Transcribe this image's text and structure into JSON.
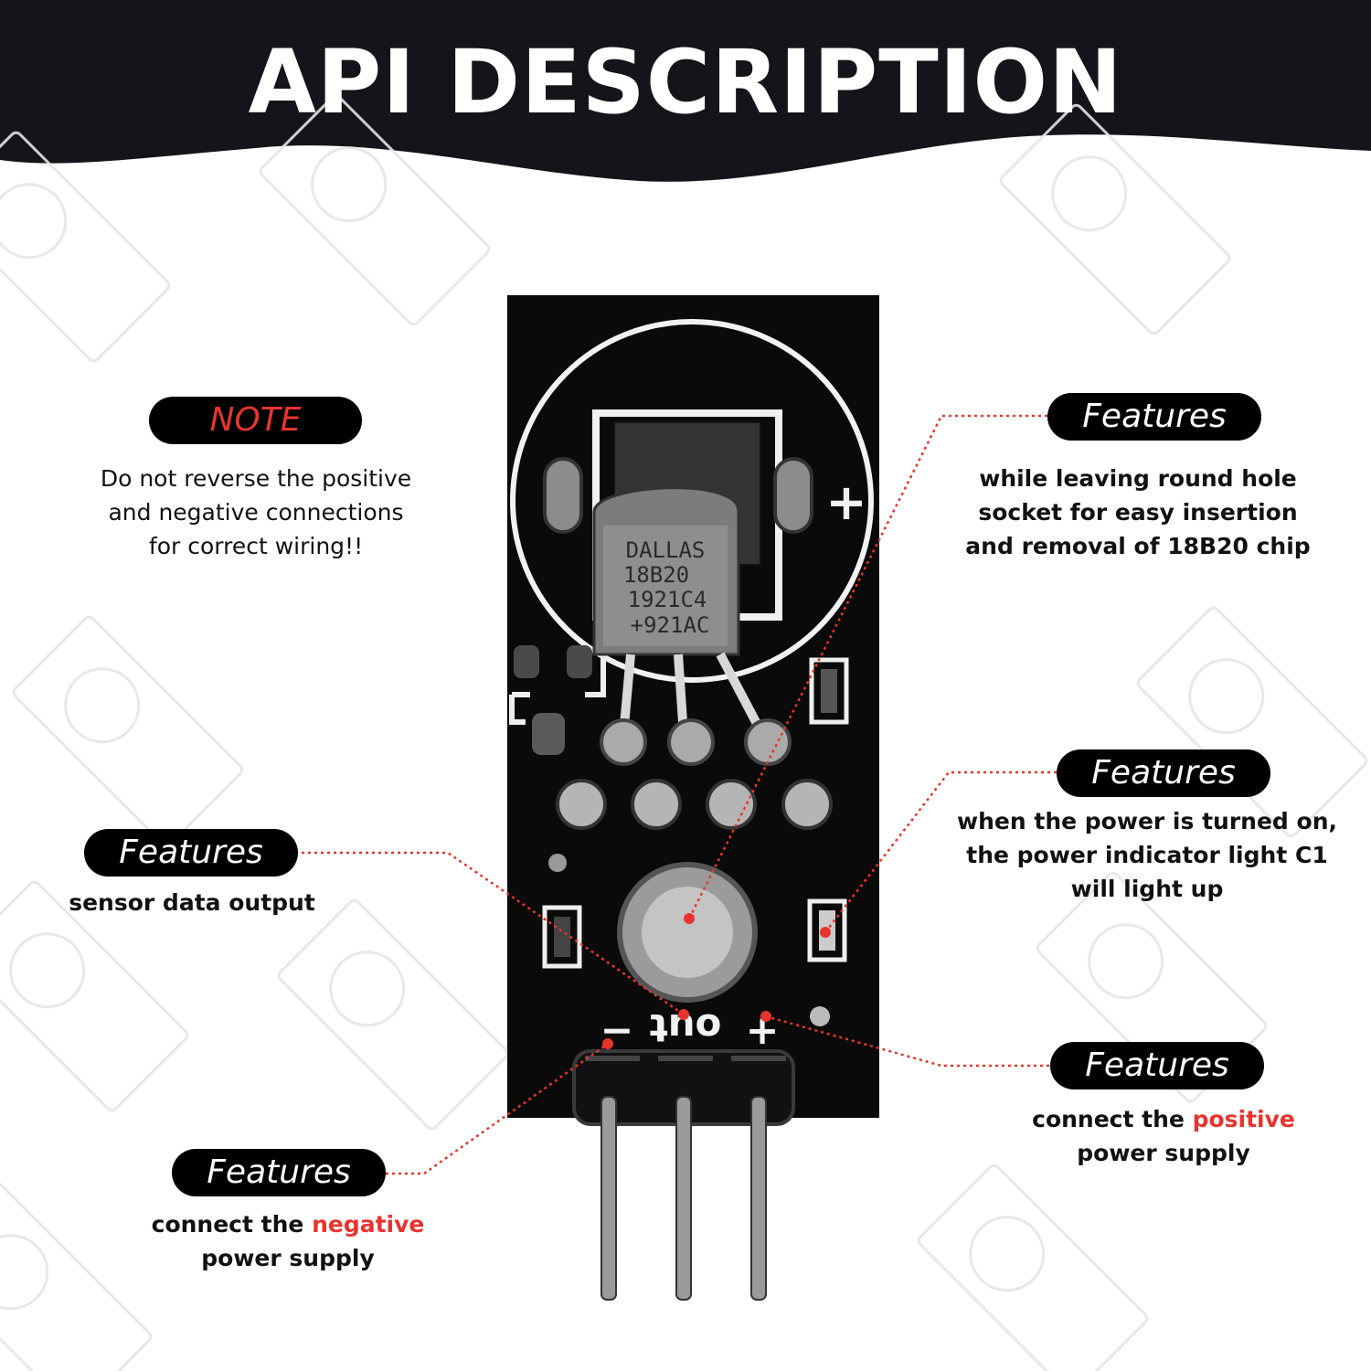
{
  "header": {
    "title": "API DESCRIPTION"
  },
  "note": {
    "label": "NOTE",
    "lines": [
      "Do not reverse the positive",
      "and negative connections",
      "for correct wiring!!"
    ]
  },
  "feature_socket": {
    "label": "Features",
    "lines": [
      "while leaving round hole",
      "socket for easy insertion",
      "and removal of 18B20 chip"
    ]
  },
  "feature_power_light": {
    "label": "Features",
    "lines": [
      "when the power is turned on,",
      "the power indicator light C1",
      "will light up"
    ]
  },
  "feature_data": {
    "label": "Features",
    "lines": [
      "sensor data output"
    ]
  },
  "feature_positive": {
    "label": "Features",
    "line1_pre": "connect the ",
    "line1_highlight": "positive",
    "line2": "power supply"
  },
  "feature_negative": {
    "label": "Features",
    "line1_pre": "connect the ",
    "line1_highlight": "negative",
    "line2": "power supply"
  },
  "board": {
    "chip_text": [
      "DALLAS",
      "18B20",
      "1921C4",
      "+921AC"
    ],
    "plus_top": "+",
    "pin_minus": "−",
    "pin_out": "out",
    "pin_plus": "+"
  },
  "colors": {
    "header": "#15141a",
    "accent_red": "#e8342e",
    "board": "#0a0a0a"
  }
}
